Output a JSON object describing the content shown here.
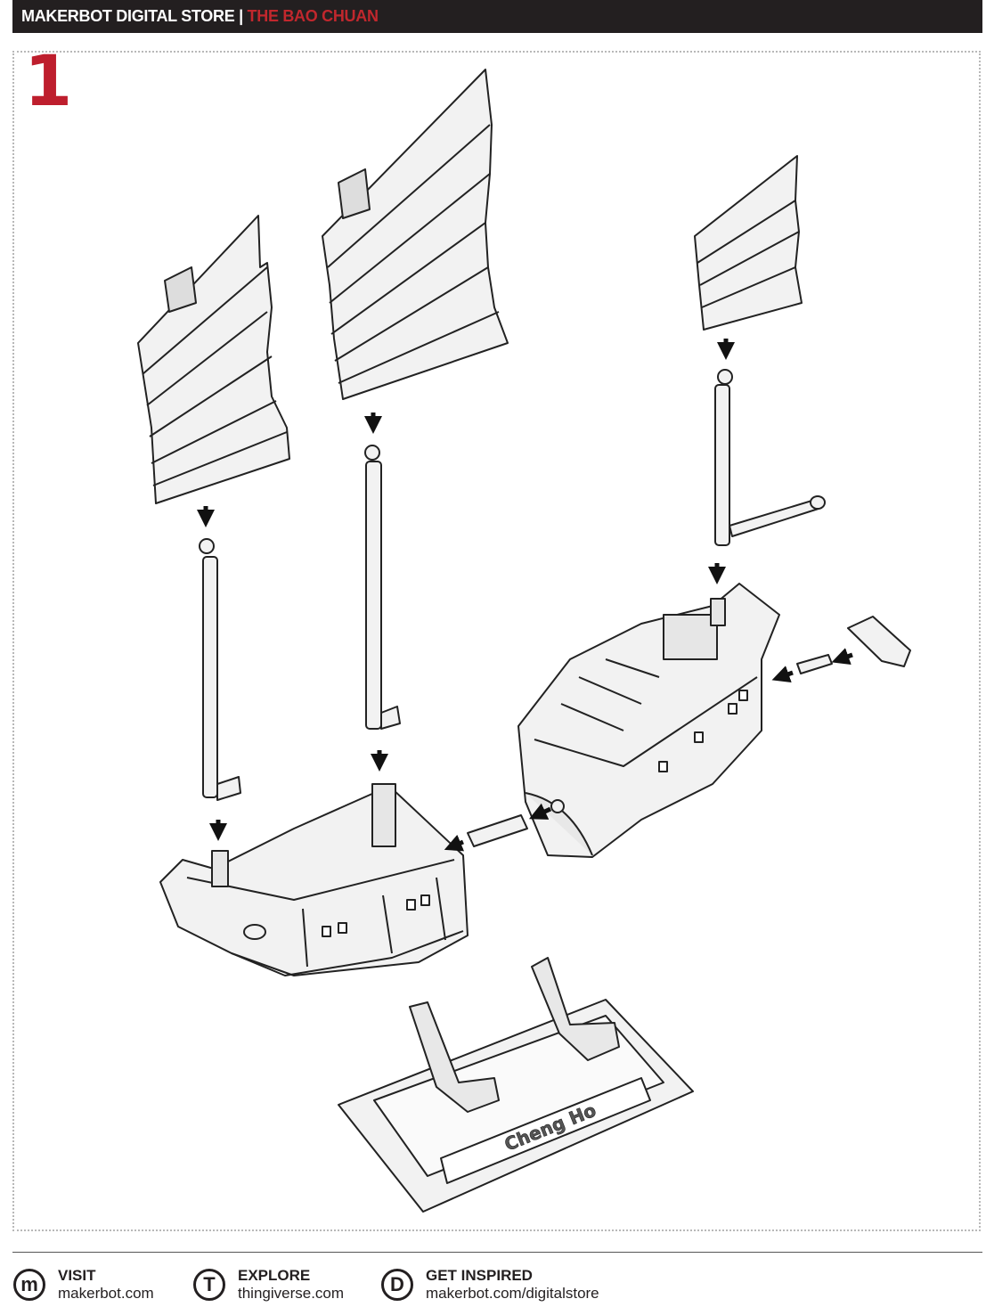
{
  "header": {
    "brand": "MAKERBOT DIGITAL STORE |",
    "title": "THE BAO CHUAN"
  },
  "step": {
    "number": "1"
  },
  "illustration": {
    "nameplate_text": "Cheng Ho"
  },
  "footer": {
    "items": [
      {
        "icon": "makerbot-m-icon",
        "glyph": "m",
        "heading": "VISIT",
        "link": "makerbot.com"
      },
      {
        "icon": "thingiverse-t-icon",
        "glyph": "T",
        "heading": "EXPLORE",
        "link": "thingiverse.com"
      },
      {
        "icon": "digitalstore-d-icon",
        "glyph": "D",
        "heading": "GET INSPIRED",
        "link": "makerbot.com/digitalstore"
      }
    ]
  },
  "colors": {
    "header_bg": "#231f20",
    "accent": "#c1272d"
  }
}
